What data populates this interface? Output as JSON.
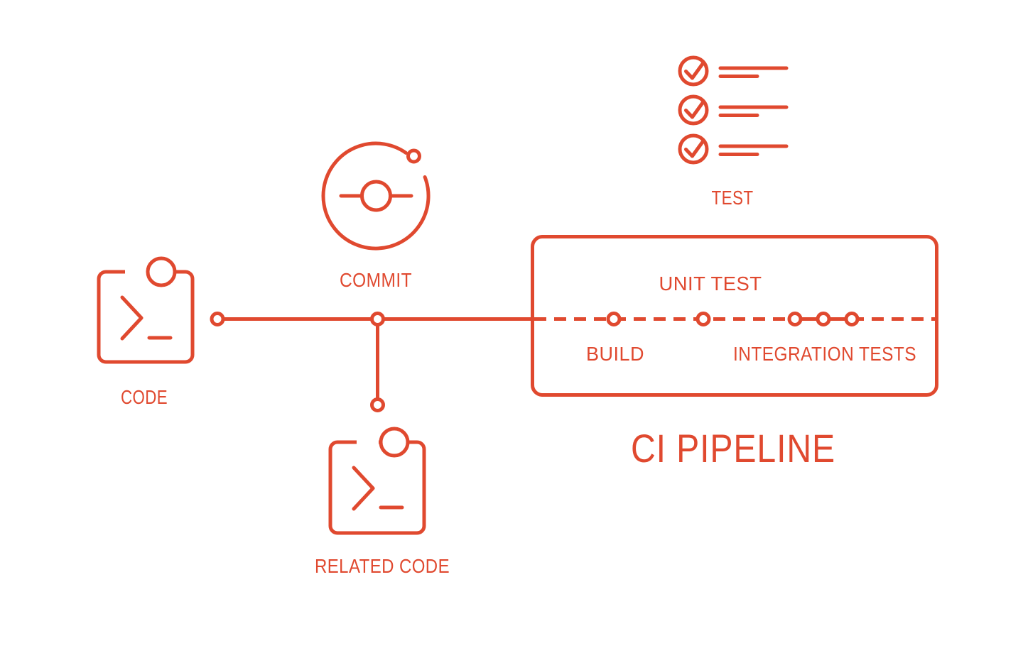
{
  "colors": {
    "accent": "#E0492F",
    "background": "#FFFFFF"
  },
  "diagram": {
    "type": "ci-pipeline-flow",
    "title": "CI PIPELINE"
  },
  "icons": {
    "code": {
      "label": "CODE",
      "glyph": "terminal-prompt"
    },
    "commit": {
      "label": "COMMIT",
      "glyph": "git-commit-orbit"
    },
    "test": {
      "label": "TEST",
      "glyph": "checklist",
      "checklist_items": 3,
      "items_checked": 3
    },
    "related_code": {
      "label": "RELATED CODE",
      "glyph": "terminal-prompt"
    }
  },
  "pipeline": {
    "title": "CI PIPELINE",
    "stages": [
      {
        "label": "BUILD",
        "label_position": "below-line",
        "node_count": 1
      },
      {
        "label": "UNIT TEST",
        "label_position": "above-line",
        "node_count": 1
      },
      {
        "label": "INTEGRATION TESTS",
        "label_position": "below-line",
        "node_count": 3
      }
    ]
  }
}
